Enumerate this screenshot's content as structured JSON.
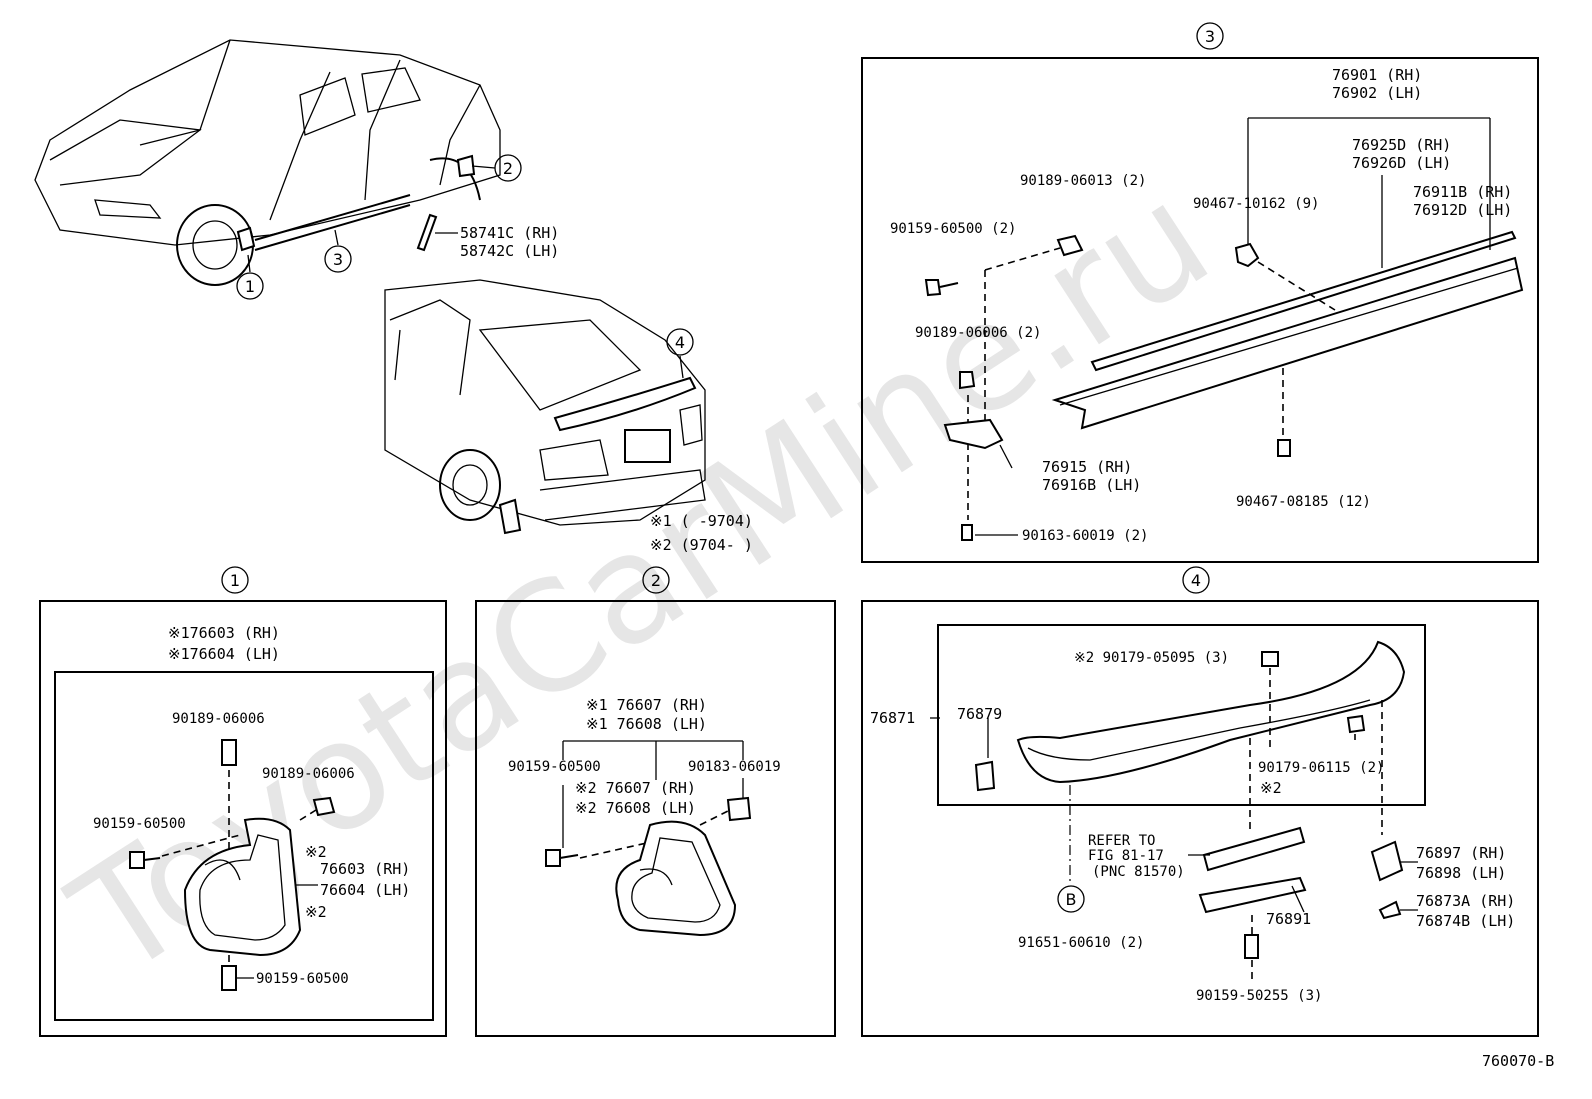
{
  "watermark": "ToyotaCarMine.ru",
  "diagram_code": "760070-B",
  "callouts": {
    "c1": "1",
    "c2": "2",
    "c3": "3",
    "c4": "4"
  },
  "overview": {
    "part_58741C": "58741C (RH)",
    "part_58742C": "58742C (LH)",
    "note1": "※1 (      -9704)",
    "note2": "※2 (9704-      )"
  },
  "section1": {
    "header_rh": "※176603 (RH)",
    "header_lh": "※176604 (LH)",
    "clip_top": "90189-06006",
    "clip_right": "90189-06006",
    "bolt_left": "90159-60500",
    "mark_2a": "※2",
    "flap_rh": "76603 (RH)",
    "flap_lh": "76604 (LH)",
    "mark_2b": "※2",
    "bolt_bottom": "90159-60500"
  },
  "section2": {
    "header_rh": "※1 76607 (RH)",
    "header_lh": "※1 76608 (LH)",
    "bolt": "90159-60500",
    "clip": "90183-06019",
    "mark_rh": "※2 76607 (RH)",
    "mark_lh": "※2 76608 (LH)"
  },
  "section3": {
    "part_76901": "76901 (RH)",
    "part_76902": "76902 (LH)",
    "part_76925D": "76925D (RH)",
    "part_76926D": "76926D (LH)",
    "part_76911B": "76911B (RH)",
    "part_76912D": "76912D (LH)",
    "clip_90467_10162": "90467-10162 (9)",
    "clip_90189_06013": "90189-06013 (2)",
    "bolt_90159_60500": "90159-60500 (2)",
    "clip_90189_06006": "90189-06006 (2)",
    "bracket_76915": "76915  (RH)",
    "bracket_76916B": "76916B (LH)",
    "screw_90163": "90163-60019 (2)",
    "clip_90467_08185": "90467-08185 (12)"
  },
  "section4": {
    "spoiler": "76871",
    "cap_76879": "76879",
    "clip_90179_05095": "※2 90179-05095 (3)",
    "clip_90179_06115": "90179-06115 (2)",
    "mark_2": "※2",
    "refer1": "REFER TO",
    "refer2": "FIG 81-17",
    "refer3": "(PNC 81570)",
    "marker_b": "B",
    "bolt_91651": "91651-60610 (2)",
    "pad_76891": "76891",
    "bolt_90159_50255": "90159-50255 (3)",
    "bracket_76897": "76897 (RH)",
    "bracket_76898": "76898 (LH)",
    "cap_76873A": "76873A (RH)",
    "cap_76874B": "76874B (LH)"
  }
}
